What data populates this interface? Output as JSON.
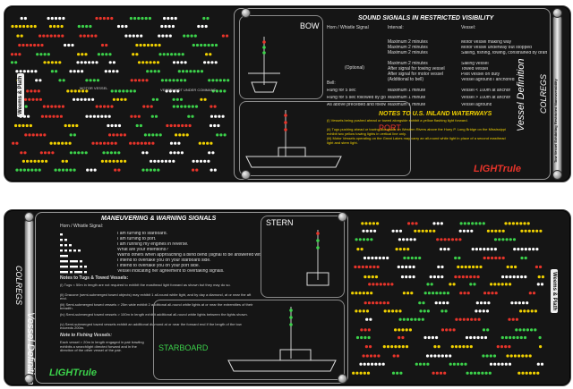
{
  "top_card": {
    "bow_label": "BOW",
    "port_label": "PORT",
    "sound_title": "SOUND SIGNALS IN RESTRICTED VISIBILITY",
    "col_horn": "Horn / Whistle Signal",
    "col_interval": "Interval:",
    "col_vessel": "Vessel:",
    "rows": [
      {
        "interval": "Maximum 2 minutes",
        "vessel": "Motor vessel making way"
      },
      {
        "interval": "Maximum 2 minutes",
        "vessel": "Motor vessel underway but stopped"
      },
      {
        "interval": "Maximum 2 minutes",
        "vessel": "Sailing, fishing, towing, constrained by draft, restricted maneuverability, not under command"
      },
      {
        "interval": "Maximum 2 minutes",
        "vessel": "Sailing vessel"
      },
      {
        "interval": "After signal for towing vessel",
        "vessel": "Towed vessel"
      },
      {
        "interval": "After signal for motor vessel",
        "vessel": "Pilot vessel on duty"
      },
      {
        "interval": "(Additional to bell)",
        "vessel": "Vessel aground / anchored"
      }
    ],
    "optional_label": "(Optional)",
    "bell_label": "Bell:",
    "bell_rows": [
      {
        "signal": "Rung for 5 sec",
        "interval": "Maximum 1 minute",
        "vessel": "Vessel < 100m at anchor"
      },
      {
        "signal": "Rung for 5 sec followed by gong for 5 sec",
        "interval": "Maximum 1 minute",
        "vessel": "Vessel > 100m at anchor"
      },
      {
        "signal": "As above preceded and followed by 3 strokes of bell",
        "interval": "Maximum 1 minute",
        "vessel": "Vessel aground"
      }
    ],
    "inland_title": "NOTES TO U.S. INLAND WATERWAYS",
    "inland_notes": [
      "(i) Vessels being pushed ahead or towed alongside exhibit a yellow flashing light forward.",
      "(ii) Tugs pushing ahead or towing alongside on Western Rivers above the Huey P. Long Bridge on the Mississippi exhibit two yellow towing lights in vertical line only.",
      "(iii) Motor Vessels operating on the Great Lakes may carry an all-round white light in place of a second masthead light and stern light."
    ],
    "vessel_def_title": "Vessel Definition",
    "colregs": "COLREGS",
    "side_rail_text": "Tow Vessel Exhibiting Restricted Maneuverability",
    "logo": "LIGHTrule",
    "maker": "Weems & Plath"
  },
  "bottom_card": {
    "man_title": "MANEUVERING & WARNING SIGNALS",
    "col_horn": "Horn / Whistle Signal:",
    "signals": [
      "I am turning to starboard.",
      "I am turning to port.",
      "I am running my engines in reverse.",
      "What are your intentions?",
      "Warns others when approaching a blind bend (signal to be answered with same).",
      "I intend to overtake you on your starboard side.",
      "I intend to overtake you on your port side.",
      "Vessel indicating her agreement to overtaking signals."
    ],
    "tugs_title": "Notes to Tugs & Towed Vessels:",
    "tugs_notes": [
      "(i) Tugs < 50m in length are not required to exhibit the masthead light forward as shown but they may do so.",
      "(ii) Dracone (semi-submerged towed objects) may exhibit 1 all-round white light, and by day a diamond, at or near the aft end.",
      "(iii) Semi-submerged towed vessels > 25m wide exhibit 2 additional all-round white lights at or near the extremities of their breadth.",
      "(iv) Semi-submerged towed vessels > 100m in length exhibit additional all-round white lights between the lights shown.",
      "(v) Semi-submerged towed vessels exhibit an additional diamond at or near the forward end if the length of the tow exceeds 200m."
    ],
    "fishing_title": "Note to Fishing Vessels:",
    "fishing_note": "Each vessel > 20m in length engaged in pair trawling exhibits a searchlight directed forward and in the direction of the other vessel of the pair.",
    "stern_label": "STERN",
    "starboard_label": "STARBOARD",
    "vessel_def_title": "Vessel Definition",
    "colregs": "COLREGS",
    "logo": "LIGHTrule",
    "maker": "Weems & Plath"
  }
}
